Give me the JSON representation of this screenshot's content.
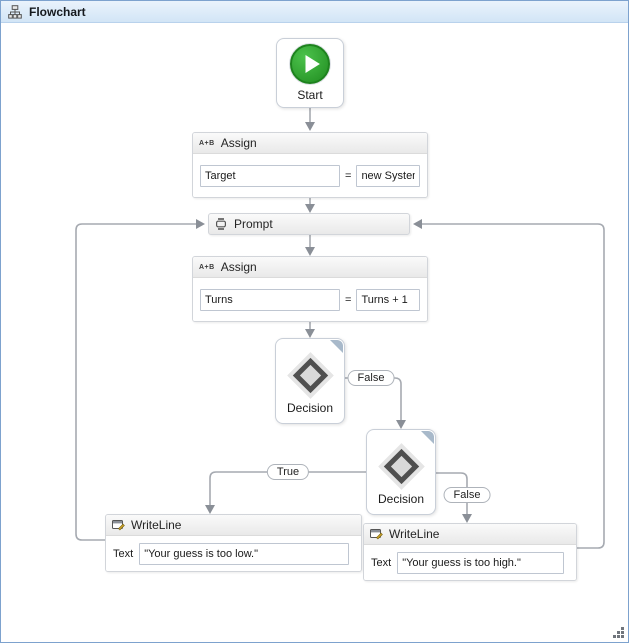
{
  "window": {
    "title": "Flowchart",
    "border_color": "#7da2ce",
    "titlebar_bg": "#d2e5f6"
  },
  "nodes": {
    "start": {
      "label": "Start",
      "accent_color": "#2b9a2b"
    },
    "assign1": {
      "icon": "A+B",
      "title": "Assign",
      "to": "Target",
      "eq": "=",
      "value": "new System.Random"
    },
    "prompt": {
      "title": "Prompt"
    },
    "assign2": {
      "icon": "A+B",
      "title": "Assign",
      "to": "Turns",
      "eq": "=",
      "value": "Turns + 1"
    },
    "decision1": {
      "label": "Decision"
    },
    "decision2": {
      "label": "Decision"
    },
    "writeline1": {
      "title": "WriteLine",
      "text_label": "Text",
      "value": "\"Your guess is too low.\""
    },
    "writeline2": {
      "title": "WriteLine",
      "text_label": "Text",
      "value": "\"Your guess is too high.\""
    }
  },
  "connectors": {
    "decision1_false_label": "False",
    "decision2_true_label": "True",
    "decision2_false_label": "False",
    "line_color": "#a6aab1",
    "arrow_color": "#8a8f97"
  }
}
